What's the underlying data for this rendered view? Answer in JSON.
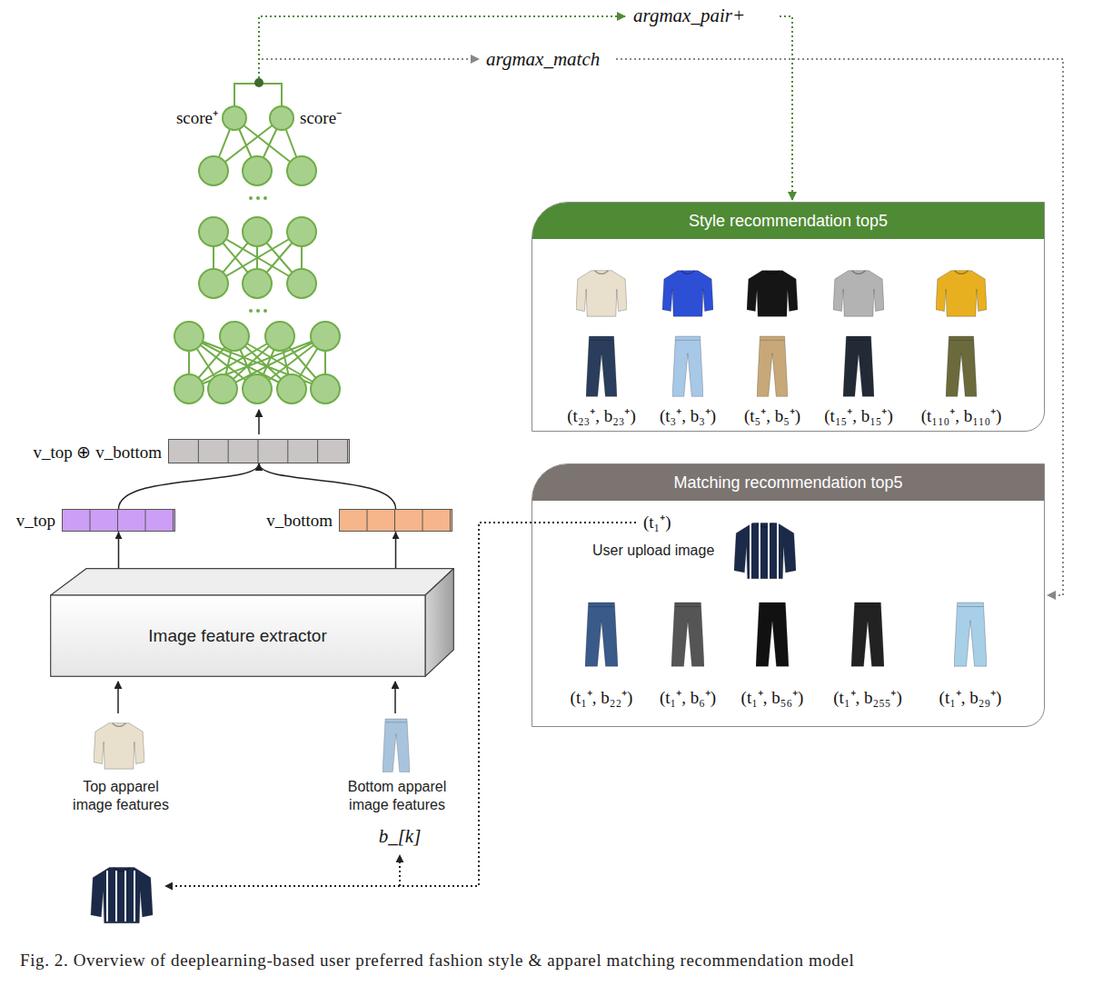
{
  "diagram": {
    "caption": "Fig. 2. Overview of deeplearning-based user preferred fashion style & apparel matching recommendation model",
    "nodes": [
      {
        "text": [
          "Style recommendation top5"
        ]
      },
      {
        "text": [
          "Matching recommendation top5"
        ]
      },
      {
        "text": [
          "v_top ⊕ v_bottom"
        ]
      },
      {
        "text": [
          "v_top"
        ]
      },
      {
        "text": [
          "v_bottom"
        ]
      },
      {
        "text": [
          "Image feature extractor"
        ]
      }
    ],
    "edges": [
      {
        "from": 5,
        "to": 3,
        "arrow": "to"
      },
      {
        "from": 5,
        "to": 4,
        "arrow": "to"
      },
      {
        "from": 3,
        "to": 2,
        "arrow": "to"
      },
      {
        "from": 4,
        "to": 2,
        "arrow": "to"
      }
    ],
    "labels": [
      "argmax_pair+",
      "argmax_match",
      "score⁺",
      "score⁻",
      "(t₂₃⁺, b₂₃⁺)",
      "(t₃⁺, b₃⁺)",
      "(t₅⁺, b₅⁺)",
      "(t₁₅⁺, b₁₅⁺)",
      "(t₁₁₀⁺, b₁₁₀⁺)",
      "(t₁⁺)",
      "User upload image",
      "(t₁⁺, b₂₂⁺)",
      "(t₁⁺, b₆⁺)",
      "(t₁⁺, b₅₆⁺)",
      "(t₁⁺, b₂₅₅⁺)",
      "(t₁⁺, b₂₉⁺)",
      "Top apparel image features",
      "Bottom apparel image features",
      "b_[k]"
    ]
  }
}
